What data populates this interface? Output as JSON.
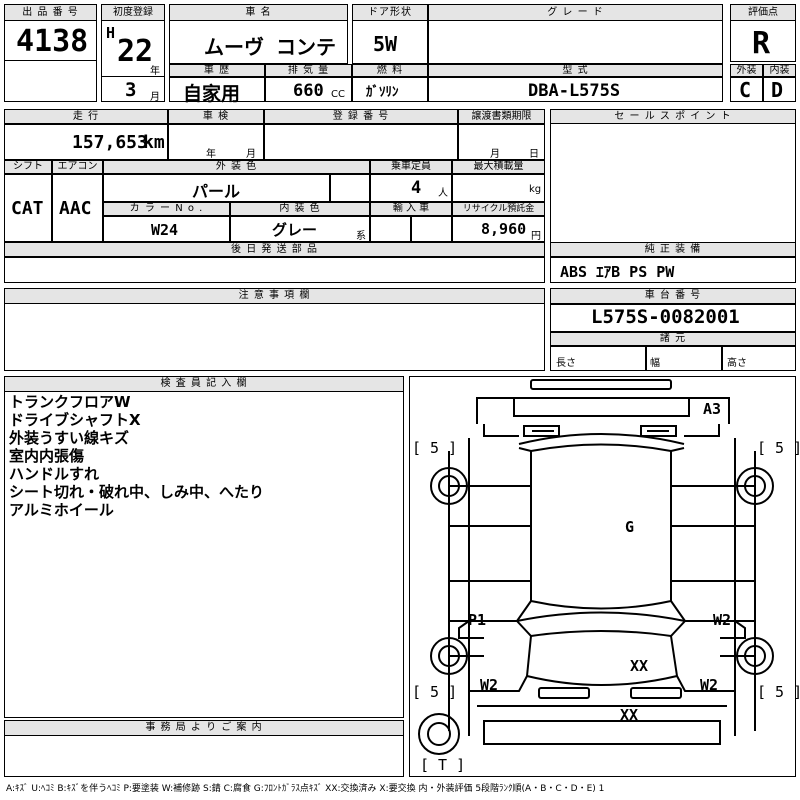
{
  "labels": {
    "lot_no": "出 品 番 号",
    "first_reg": "初度登録",
    "car_name": "車 名",
    "door_type": "ドア形状",
    "grade": "グ レ ー ド",
    "score": "評価点",
    "history": "車 歴",
    "displacement": "排 気 量",
    "fuel": "燃 料",
    "model_code": "型 式",
    "exterior": "外装",
    "interior": "内装",
    "mileage": "走 行",
    "inspection": "車 検",
    "plate_no": "登 録 番 号",
    "transfer_deadline": "譲渡書類期限",
    "sales_point": "セ ー ル ス ポ イ ン ト",
    "shift": "シフト",
    "aircon": "エアコン",
    "ext_color": "外 装 色",
    "capacity": "乗車定員",
    "max_load": "最大積載量",
    "color_no": "カ ラ ー  N o .",
    "int_color": "内 装 色",
    "import": "輸 入 車",
    "recycle": "リサイクル預託金",
    "later_parts": "後 日 発 送 部 品",
    "genuine_equipment": "純 正 装 備",
    "caution": "注 意 事 項 欄",
    "chassis_no": "車 台 番 号",
    "specs": "諸 元",
    "length": "長さ",
    "width": "幅",
    "height": "高さ",
    "inspector_notes": "検 査 員 記 入 欄",
    "office_notice": "事 務 局 よ り ご 案 内"
  },
  "units": {
    "year": "年",
    "month": "月",
    "cc": "CC",
    "km": "km",
    "year2": "年",
    "month2": "月",
    "month3": "月",
    "day": "日",
    "person": "人",
    "kg": "kg",
    "kei": "系",
    "yen": "円"
  },
  "values": {
    "lot_no": "4138",
    "era": "H",
    "year": "22",
    "month": "3",
    "car_name": "ムーヴ コンテ",
    "door_type": "5W",
    "score": "R",
    "history": "自家用",
    "displacement": "660",
    "fuel": "ｶﾞｿﾘﾝ",
    "model_code": "DBA-L575S",
    "exterior": "C",
    "interior": "D",
    "mileage": "157,653",
    "shift": "CAT",
    "aircon": "AAC",
    "ext_color": "パール",
    "capacity": "4",
    "color_no": "W24",
    "int_color": "グレー",
    "recycle": "8,960",
    "genuine_equipment": "ABS ｴｱB PS PW",
    "chassis_no": "L575S-0082001"
  },
  "notes": [
    "トランクフロアW",
    "ドライブシャフトX",
    "外装うすい線キズ",
    "室内内張傷",
    "ハンドルすれ",
    "シート切れ・破れ中、しみ中、へたり",
    "アルミホイール"
  ],
  "diagram_marks": {
    "rear": "A3",
    "roof": "G",
    "left_door": "P1",
    "right_door": "W2",
    "front_left": "W2",
    "front_right": "W2",
    "front_center": "XX",
    "front_bumper": "XX",
    "tire_rear_left": "[ 5 ]",
    "tire_rear_right": "[ 5 ]",
    "tire_front_left": "[ 5 ]",
    "tire_front_right": "[ 5 ]",
    "spare_tire": "[ T ]"
  },
  "legend": "A:ｷｽﾞ U:ﾍｺﾐ B:ｷｽﾞを伴うﾍｺﾐ P:要塗装 W:補修跡 S:錆 C:腐食 G:ﾌﾛﾝﾄｶﾞﾗｽ点ｷｽﾞ XX:交換済み X:要交換  内・外装評価  5段階ﾗﾝｸ順(A・B・C・D・E) 1"
}
